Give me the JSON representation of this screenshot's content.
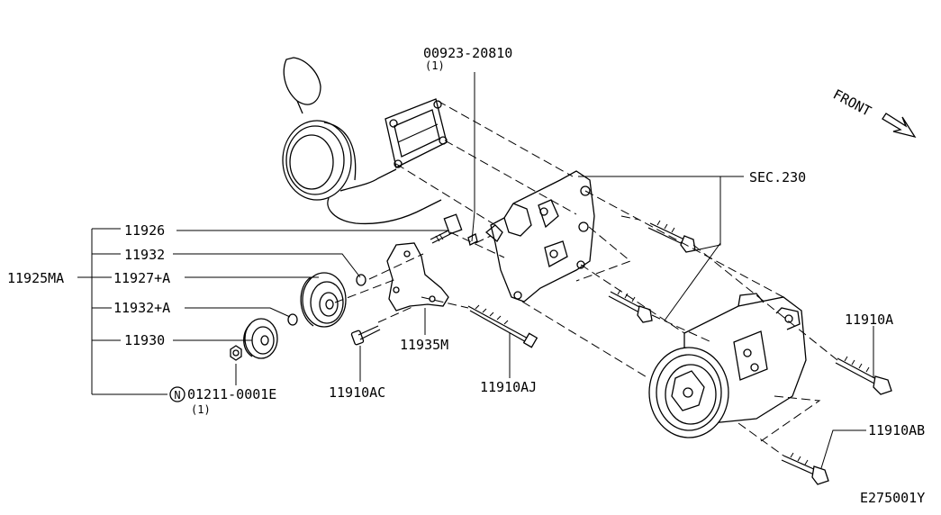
{
  "labels": {
    "p11926": "11926",
    "p11932": "11932",
    "p11925ma": "11925MA",
    "p11927a": "11927+A",
    "p11932a": "11932+A",
    "p11930": "11930",
    "p01211": "01211-0001E",
    "p01211_qty": "(1)",
    "p01211_prefix": "N",
    "p00923": "00923-20810",
    "p00923_qty": "(1)",
    "sec230": "SEC.230",
    "front": "FRONT",
    "p11935m": "11935M",
    "p11910ac": "11910AC",
    "p11910aj": "11910AJ",
    "p11910a": "11910A",
    "p11910ab": "11910AB",
    "diagram_code": "E275001Y"
  }
}
